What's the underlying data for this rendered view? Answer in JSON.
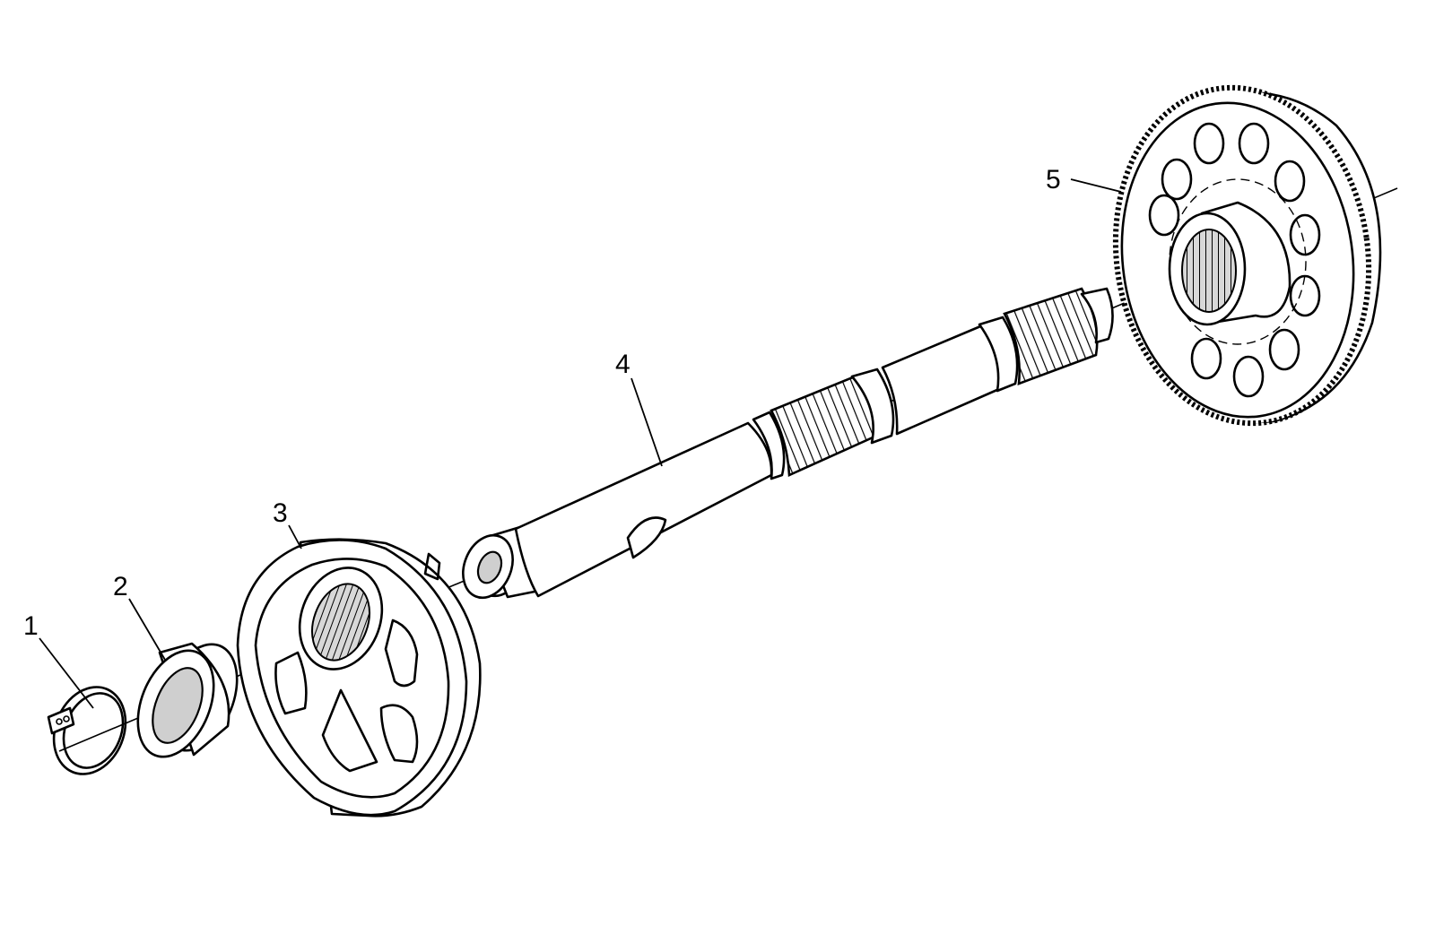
{
  "callouts": [
    {
      "id": "1",
      "label": "1"
    },
    {
      "id": "2",
      "label": "2"
    },
    {
      "id": "3",
      "label": "3"
    },
    {
      "id": "4",
      "label": "4"
    },
    {
      "id": "5",
      "label": "5"
    }
  ],
  "colors": {
    "line": "#000000",
    "background": "#ffffff",
    "bore_shade": "#cfcfcf"
  }
}
